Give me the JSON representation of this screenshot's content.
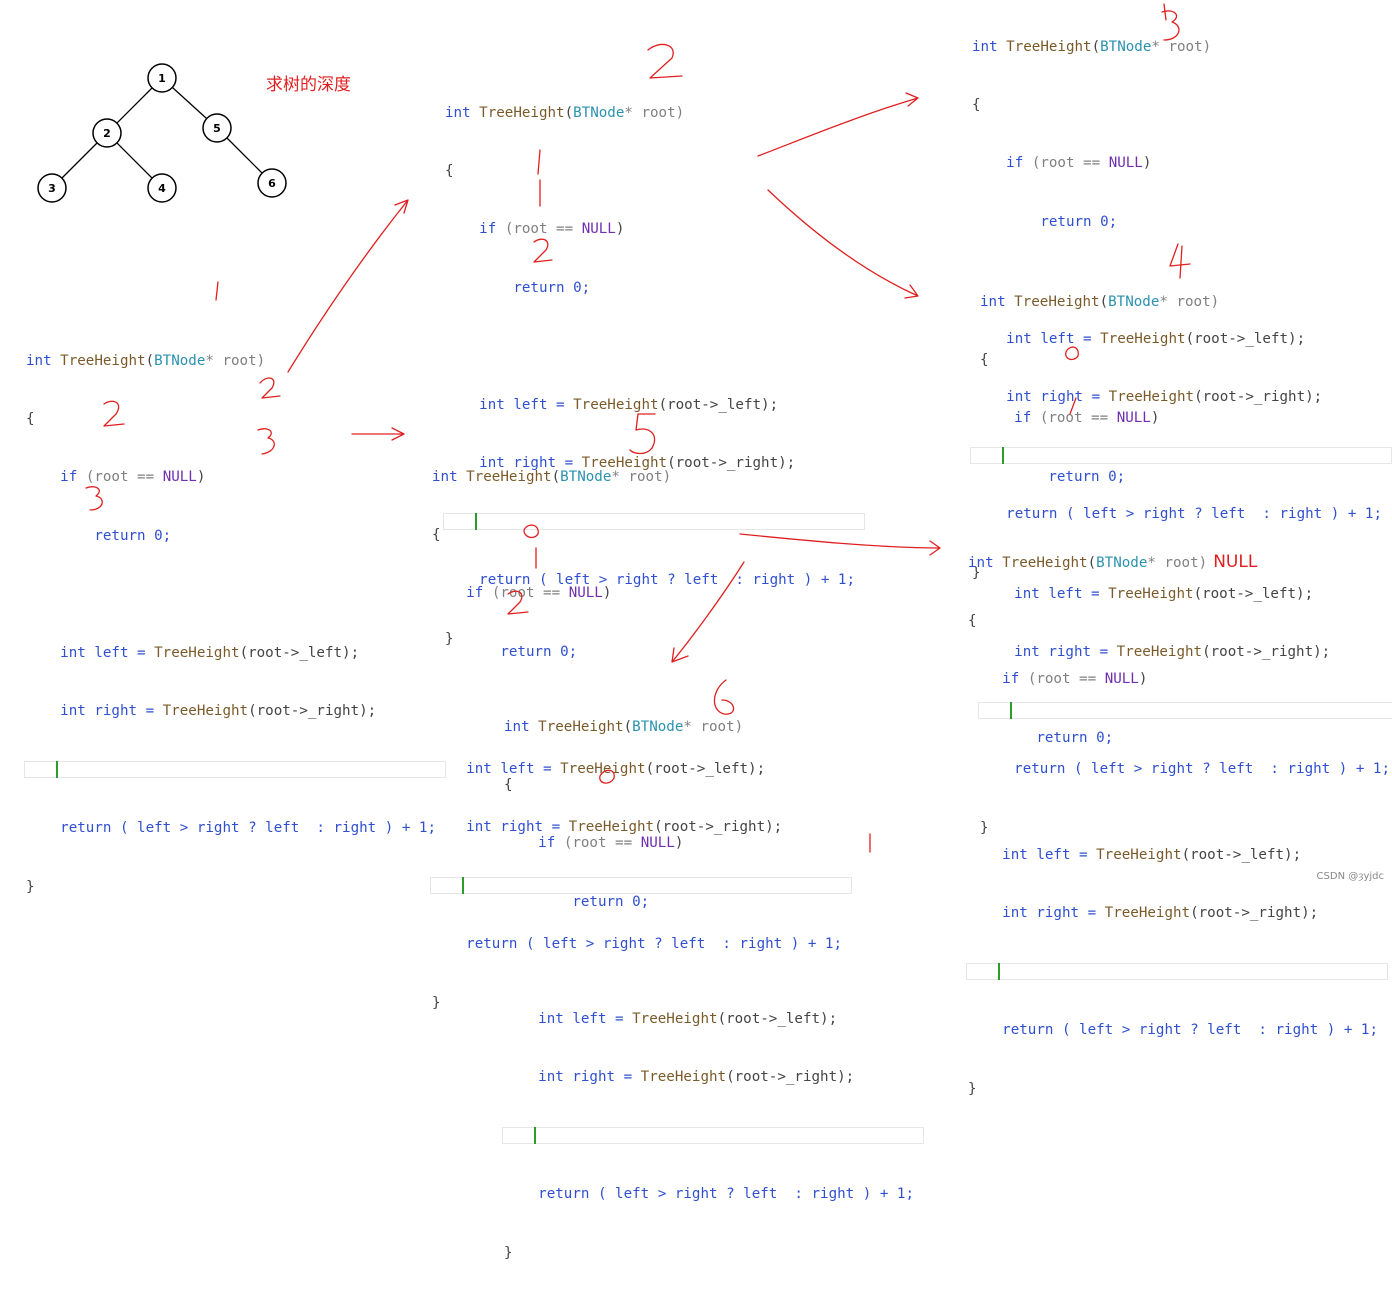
{
  "title": "求树的深度",
  "tree_nodes": [
    "1",
    "2",
    "5",
    "3",
    "4",
    "6"
  ],
  "code_lines": {
    "sig_int": "int",
    "sig_fn": "TreeHeight",
    "sig_type": "BTNode",
    "sig_rest": "* root)",
    "open": "{",
    "if_kw": "if",
    "if_cond_a": "(root == ",
    "if_null": "NULL",
    "if_close": ")",
    "ret0": "return 0;",
    "left_int": "int",
    "left_var": " left = ",
    "left_fn": "TreeHeight",
    "left_arg": "(root->_left);",
    "right_int": "int",
    "right_var": " right = ",
    "right_fn": "TreeHeight",
    "right_arg": "(root->_right);",
    "ret_kw": "return",
    "ret_expr": " ( left > right ? left  : right ) + 1;",
    "close": "}"
  },
  "null_note": "NULL",
  "watermark": "CSDN @ȝyjdc"
}
